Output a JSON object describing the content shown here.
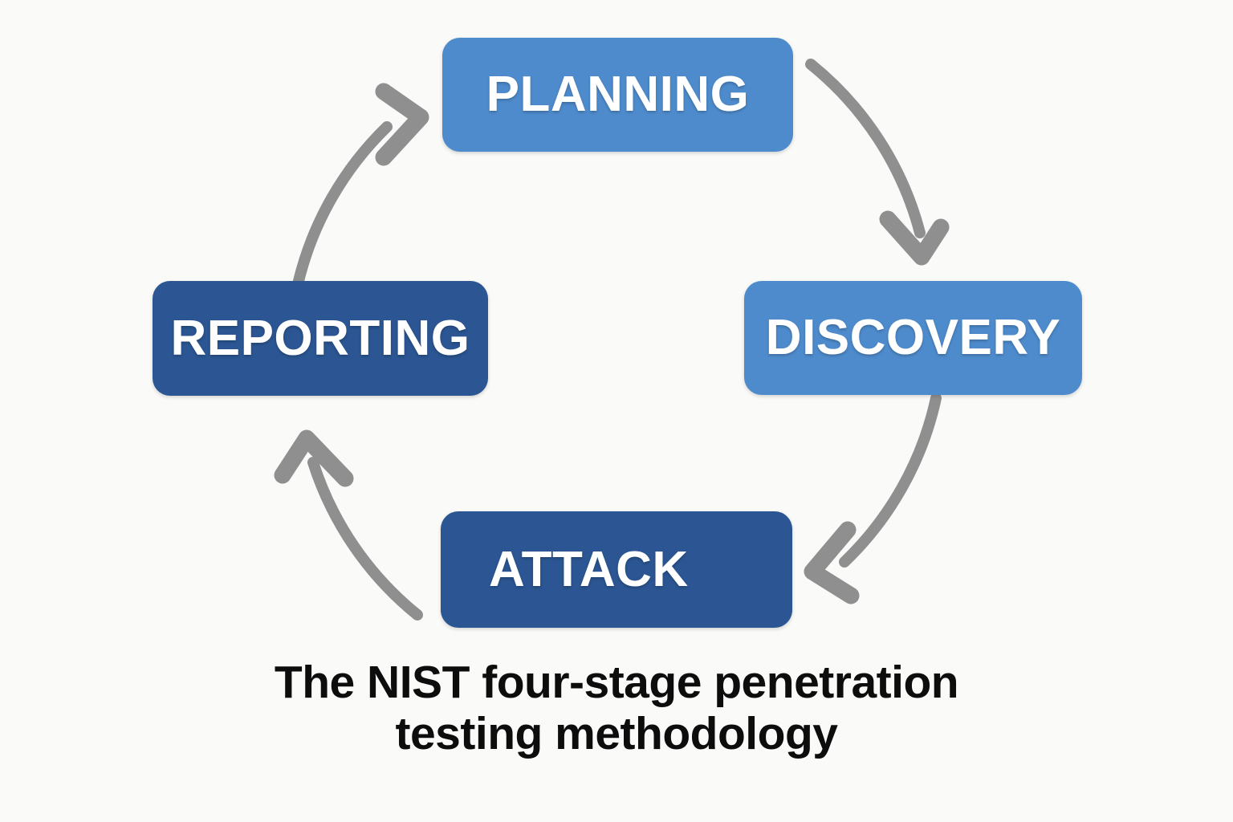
{
  "diagram": {
    "title": "The NIST four-stage penetration testing methodology",
    "background_color": "#fafaf8",
    "arrow_color": "#8f8f8f",
    "stages": [
      {
        "id": "planning",
        "label": "PLANNING",
        "color": "#4e8bcc",
        "text_color": "#ffffff",
        "order": 1,
        "position": "top"
      },
      {
        "id": "discovery",
        "label": "DISCOVERY",
        "color": "#4e8bcc",
        "text_color": "#ffffff",
        "order": 2,
        "position": "right"
      },
      {
        "id": "attack",
        "label": "ATTACK",
        "color": "#2b5693",
        "text_color": "#ffffff",
        "order": 3,
        "position": "bottom"
      },
      {
        "id": "reporting",
        "label": "REPORTING",
        "color": "#2b5693",
        "text_color": "#ffffff",
        "order": 4,
        "position": "left"
      }
    ],
    "arrows": [
      {
        "id": "planning-to-discovery",
        "from": "planning",
        "to": "discovery"
      },
      {
        "id": "discovery-to-attack",
        "from": "discovery",
        "to": "attack"
      },
      {
        "id": "attack-to-reporting",
        "from": "attack",
        "to": "reporting"
      },
      {
        "id": "reporting-to-planning",
        "from": "reporting",
        "to": "planning"
      }
    ]
  },
  "caption": {
    "line1": "The NIST four-stage penetration",
    "line2": "testing methodology",
    "color": "#0d0d0d"
  }
}
